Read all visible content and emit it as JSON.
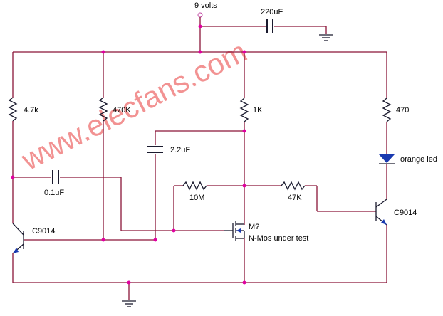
{
  "watermark": "www.elecfans.com",
  "labels": {
    "supply": "9 volts",
    "c_supply": "220uF",
    "r1": "4.7k",
    "r2": "470K",
    "r3": "1K",
    "r4": "470",
    "c2": "2.2uF",
    "c1": "0.1uF",
    "r5": "10M",
    "r6": "47K",
    "q1": "C9014",
    "q2": "C9014",
    "mos_ref": "M?",
    "mos_desc": "N-Mos under test",
    "led": "orange led"
  },
  "colors": {
    "wire": "#8a1538",
    "junction": "#e000a0",
    "watermark": "#f08080",
    "component": "#1a1a2e"
  }
}
